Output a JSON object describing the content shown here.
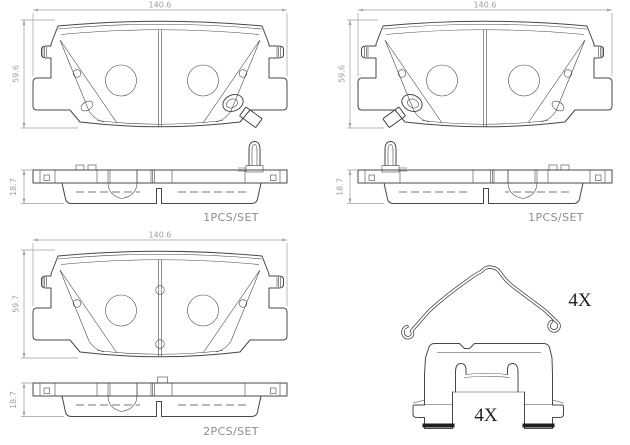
{
  "drawing": {
    "quadrants": [
      {
        "width": "140.6",
        "height": "59.6",
        "thickness": "18.7",
        "qty": "1PCS/SET"
      },
      {
        "width": "140.6",
        "height": "59.6",
        "thickness": "18.7",
        "qty": "1PCS/SET"
      },
      {
        "width": "140.6",
        "height": "59.7",
        "thickness": "18.7",
        "qty": "2PCS/SET"
      },
      {
        "spring_qty": "4X",
        "clip_qty": "4X"
      }
    ]
  },
  "colors": {
    "line": "#474747",
    "dim": "#9f9f9f",
    "muted": "#8d8d8d",
    "ink": "#1f1f1f",
    "bg": "#ffffff"
  }
}
